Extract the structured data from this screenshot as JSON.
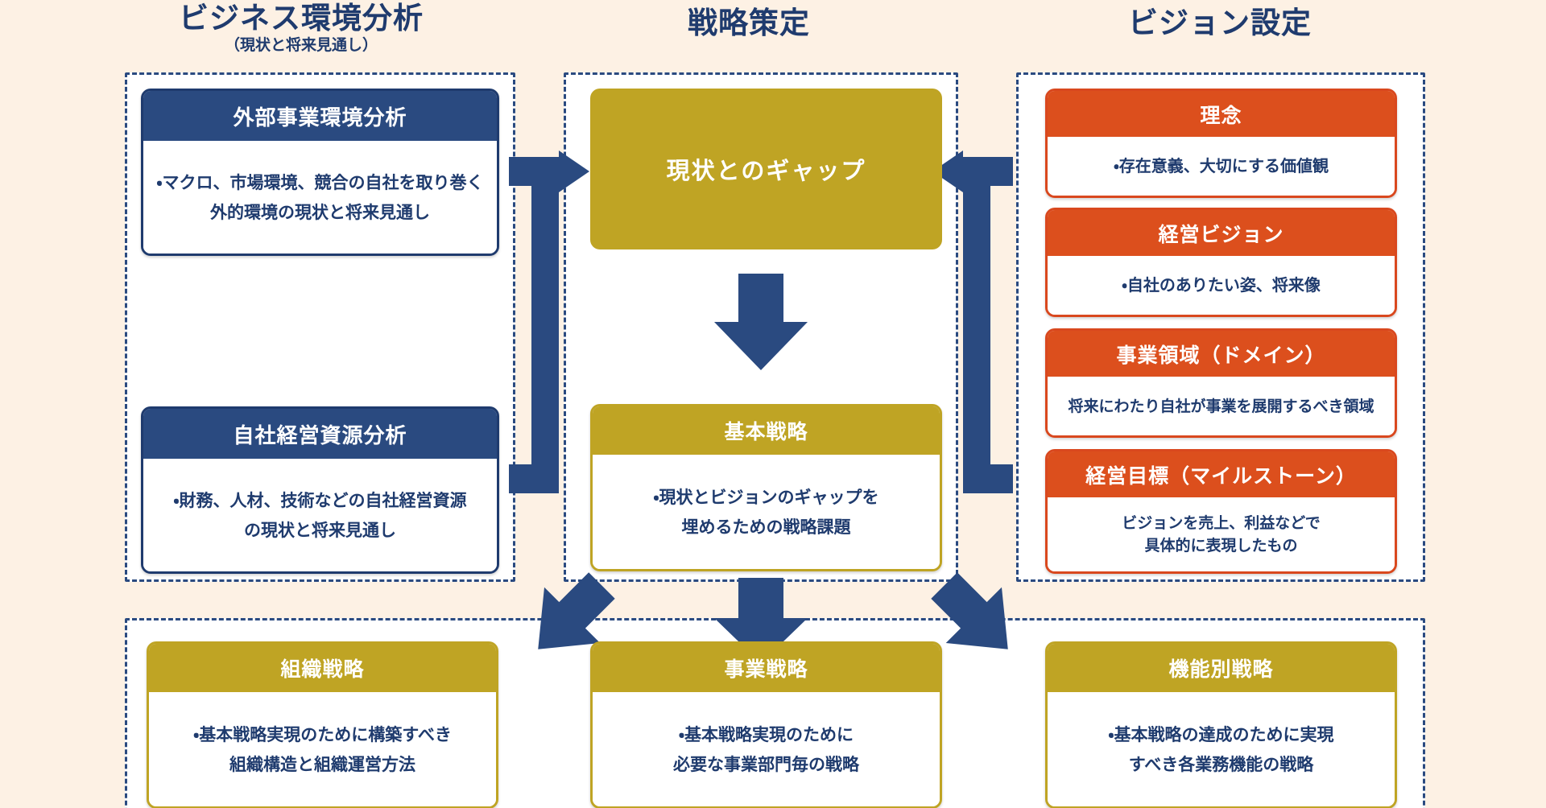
{
  "palette": {
    "background": "#fdf1e4",
    "navy": "#2a4a80",
    "navy_dark": "#1f3b6e",
    "orange": "#dc4f1d",
    "gold": "#bfa424",
    "white": "#ffffff"
  },
  "columns": [
    {
      "id": "environment",
      "title": "ビジネス環境分析",
      "subtitle": "（現状と将来見通し）"
    },
    {
      "id": "strategy",
      "title": "戦略策定",
      "subtitle": ""
    },
    {
      "id": "vision",
      "title": "ビジョン設定",
      "subtitle": ""
    }
  ],
  "cards": {
    "external_env": {
      "title": "外部事業環境分析",
      "lines": [
        "・マクロ、市場環境、競合の自社を取り巻く",
        "外的環境の現状と将来見通し"
      ],
      "color": "navy"
    },
    "internal_res": {
      "title": "自社経営資源分析",
      "lines": [
        "・財務、人材、技術などの自社経営資源",
        "の現状と将来見通し"
      ],
      "color": "navy"
    },
    "gap": {
      "title": "現状とのギャップ",
      "lines": [],
      "color": "gold"
    },
    "basic_strategy": {
      "title": "基本戦略",
      "lines": [
        "・現状とビジョンのギャップを",
        "埋めるための戦略課題"
      ],
      "color": "gold"
    },
    "philosophy": {
      "title": "理念",
      "lines": [
        "・存在意義、大切にする価値観"
      ],
      "color": "orange"
    },
    "mgmt_vision": {
      "title": "経営ビジョン",
      "lines": [
        "・自社のありたい姿、将来像"
      ],
      "color": "orange"
    },
    "domain": {
      "title": "事業領域（ドメイン）",
      "lines": [
        "将来にわたり自社が事業を展開するべき領域"
      ],
      "color": "orange"
    },
    "milestone": {
      "title": "経営目標（マイルストーン）",
      "lines": [
        "ビジョンを売上、利益などで",
        "具体的に表現したもの"
      ],
      "color": "orange"
    },
    "org_strategy": {
      "title": "組織戦略",
      "lines": [
        "・基本戦略実現のために構築すべき",
        "組織構造と組織運営方法"
      ],
      "color": "gold"
    },
    "biz_strategy": {
      "title": "事業戦略",
      "lines": [
        "・基本戦略実現のために",
        "必要な事業部門毎の戦略"
      ],
      "color": "gold"
    },
    "func_strategy": {
      "title": "機能別戦略",
      "lines": [
        "・基本戦略の達成のために実現",
        "すべき各業務機能の戦略"
      ],
      "color": "gold"
    }
  },
  "arrows": [
    {
      "id": "left-bracket-to-gap",
      "icon": "bracket-arrow-right-icon",
      "direction": "right"
    },
    {
      "id": "right-bracket-to-gap",
      "icon": "bracket-arrow-left-icon",
      "direction": "left"
    },
    {
      "id": "gap-to-basic",
      "icon": "arrow-down-icon",
      "direction": "down"
    },
    {
      "id": "basic-to-org",
      "icon": "arrow-down-left-icon",
      "direction": "down-left"
    },
    {
      "id": "basic-to-biz",
      "icon": "arrow-down-icon",
      "direction": "down"
    },
    {
      "id": "basic-to-func",
      "icon": "arrow-down-right-icon",
      "direction": "down-right"
    }
  ]
}
